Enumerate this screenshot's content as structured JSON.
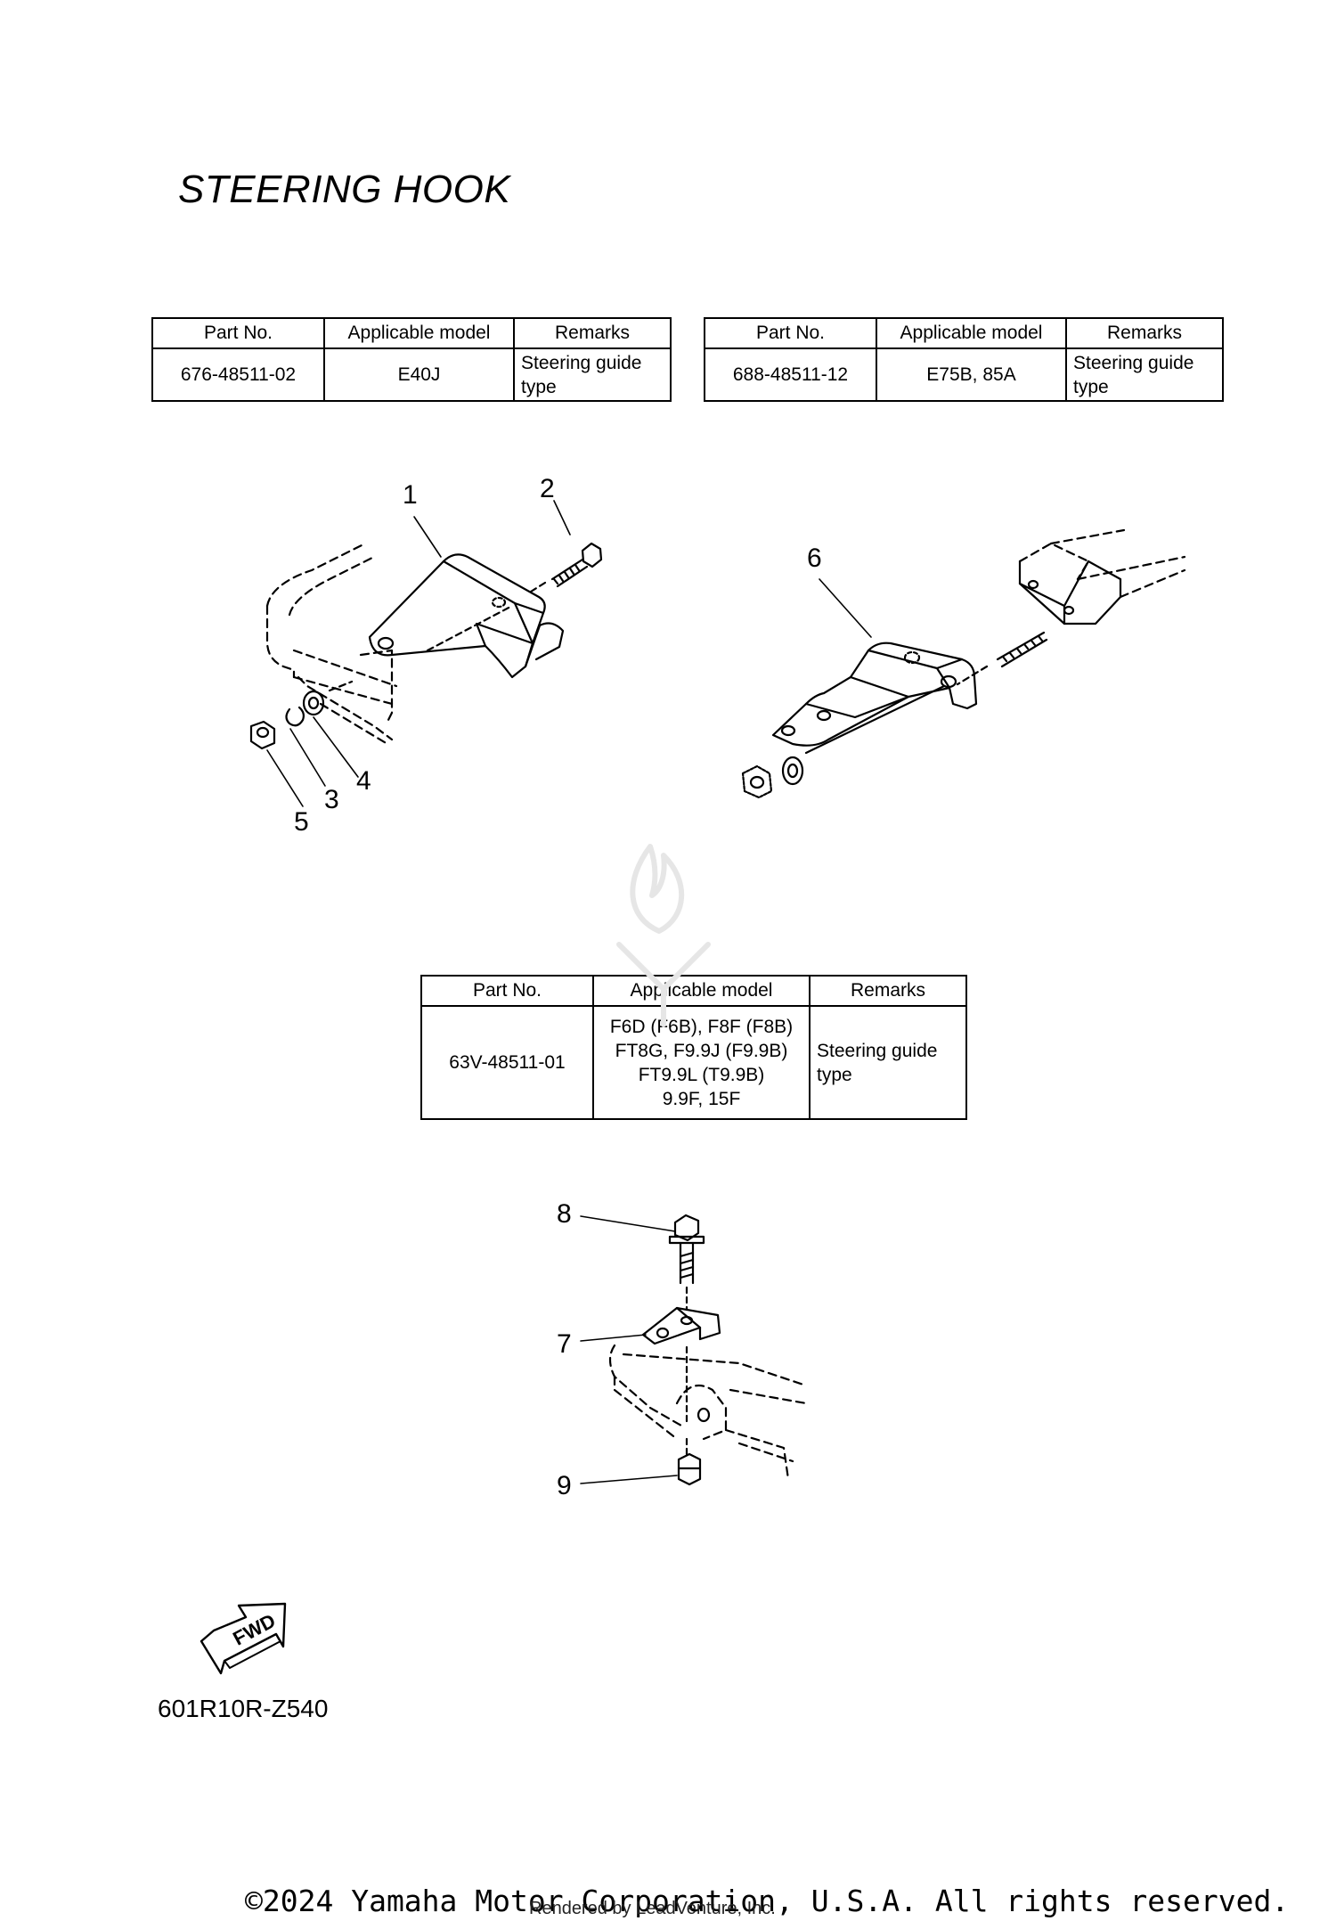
{
  "page": {
    "title": "STEERING HOOK",
    "reference_code": "601R10R-Z540"
  },
  "tables": [
    {
      "headers": [
        "Part No.",
        "Applicable model",
        "Remarks"
      ],
      "rows": [
        {
          "part_no": "676-48511-02",
          "model": "E40J",
          "remarks_1": "Steering guide",
          "remarks_2": "type"
        }
      ]
    },
    {
      "headers": [
        "Part No.",
        "Applicable model",
        "Remarks"
      ],
      "rows": [
        {
          "part_no": "688-48511-12",
          "model": "E75B, 85A",
          "remarks_1": "Steering guide",
          "remarks_2": "type"
        }
      ]
    },
    {
      "headers": [
        "Part No.",
        "Applicable model",
        "Remarks"
      ],
      "rows": [
        {
          "part_no": "63V-48511-01",
          "model_lines": [
            "F6D (F6B), F8F (F8B)",
            "FT8G, F9.9J (F9.9B)",
            "FT9.9L (T9.9B)",
            "9.9F, 15F"
          ],
          "remarks_1": "Steering guide",
          "remarks_2": "type"
        }
      ]
    }
  ],
  "callouts": [
    "1",
    "2",
    "3",
    "4",
    "5",
    "6",
    "7",
    "8",
    "9"
  ],
  "fwd_label": "FWD",
  "footer": {
    "copyright": "©2024 Yamaha Motor Corporation, U.S.A. All rights reserved.",
    "rendered_by": "Rendered by LeadVenture, Inc."
  },
  "colors": {
    "ink": "#000000",
    "watermark": "#e6e6e6"
  },
  "icons": {
    "fwd_arrow": "fwd-arrow-icon",
    "watermark_logo": "flame-logo-icon"
  }
}
